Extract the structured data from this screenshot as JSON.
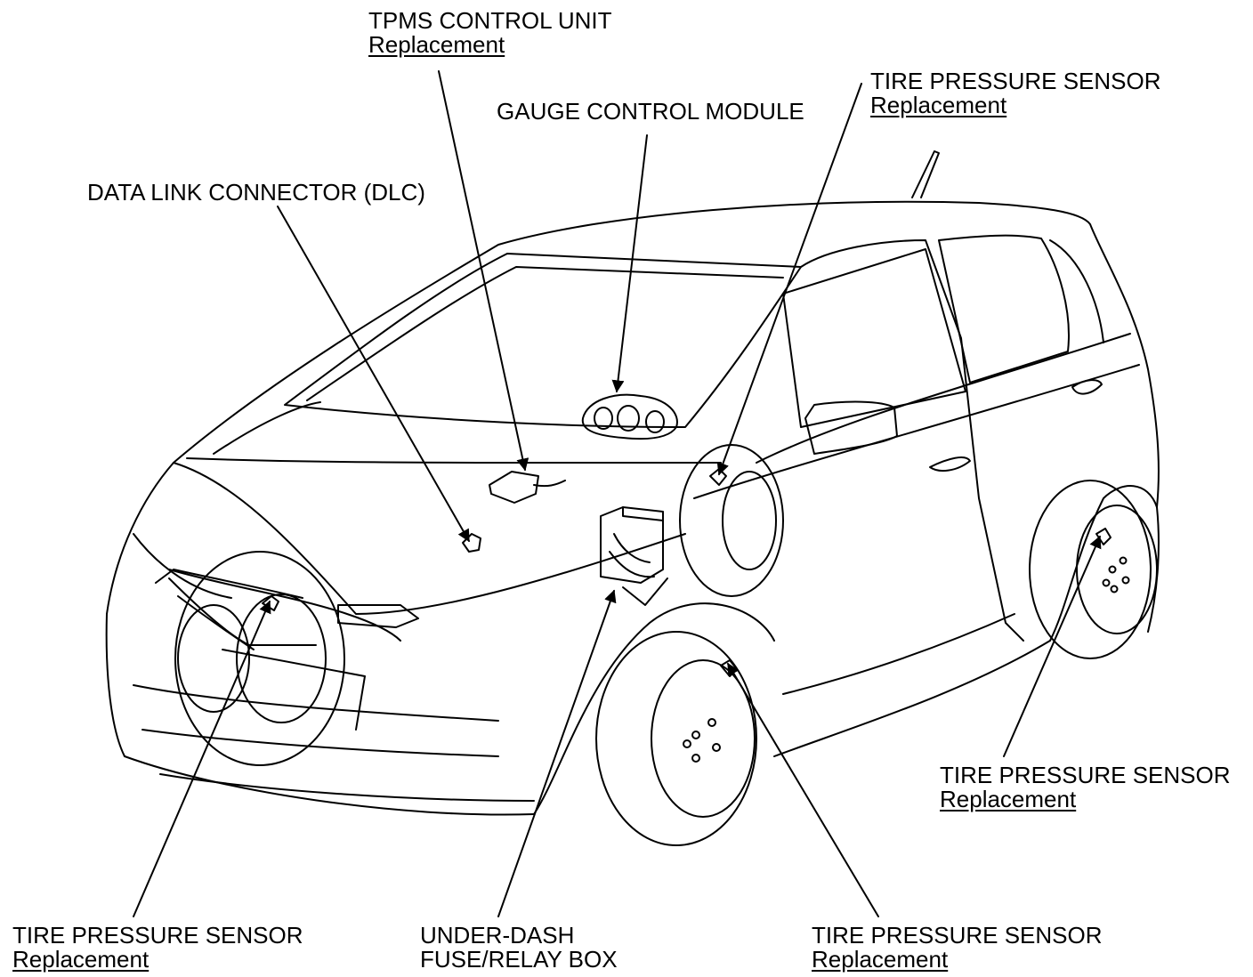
{
  "callouts": {
    "tpms_control_unit": {
      "name": "TPMS CONTROL UNIT",
      "link": "Replacement"
    },
    "gauge_control_module": {
      "name": "GAUGE CONTROL MODULE"
    },
    "tire_sensor_right_front": {
      "name": "TIRE PRESSURE SENSOR",
      "link": "Replacement"
    },
    "data_link_connector": {
      "name": "DATA LINK CONNECTOR (DLC)"
    },
    "tire_sensor_right_rear": {
      "name": "TIRE PRESSURE SENSOR",
      "link": "Replacement"
    },
    "tire_sensor_left_front": {
      "name": "TIRE PRESSURE SENSOR",
      "link": "Replacement"
    },
    "under_dash_fuse_box": {
      "name": "UNDER-DASH",
      "name2": "FUSE/RELAY BOX"
    },
    "tire_sensor_left_rear": {
      "name": "TIRE PRESSURE SENSOR",
      "link": "Replacement"
    }
  },
  "colors": {
    "line": "#000000",
    "background": "#ffffff"
  }
}
